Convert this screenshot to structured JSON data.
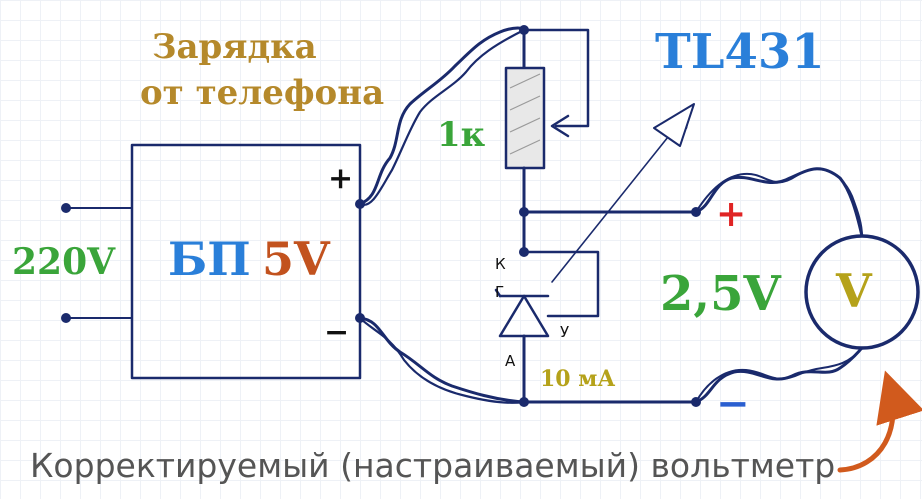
{
  "title": {
    "line1": "Зарядка",
    "line2": "от телефона"
  },
  "chip_label": "TL431",
  "resistor_label": "1к",
  "input_voltage": "220V",
  "psu": {
    "label": "БП",
    "voltage": "5V",
    "plus": "+",
    "minus": "−"
  },
  "output_voltage": "2,5V",
  "voltmeter_symbol": "V",
  "current": "10 мА",
  "terminal_plus": "+",
  "terminal_minus": "−",
  "pins": {
    "cathode": "К",
    "gate": "Г",
    "anode": "А",
    "control": "У"
  },
  "caption": "Корректируемый (настраиваемый) вольтметр",
  "colors": {
    "title": "#b5892b",
    "blue": "#2a7fd9",
    "green": "#3aa53a",
    "orange": "#c2521e",
    "red": "#e02424",
    "wire": "#1a2a6c"
  }
}
